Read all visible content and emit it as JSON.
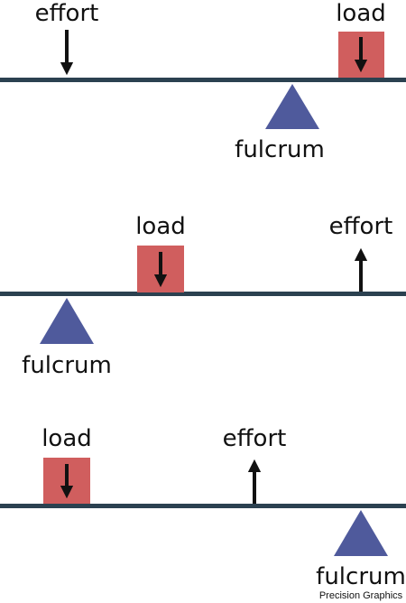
{
  "colors": {
    "beam": "#2b4150",
    "load_box": "#d05e5e",
    "fulcrum": "#4f5a9c",
    "arrow": "#111111",
    "text": "#111111"
  },
  "levers": [
    {
      "effort": {
        "label": "effort",
        "direction": "down"
      },
      "load": {
        "label": "load",
        "direction": "down"
      },
      "fulcrum": {
        "label": "fulcrum"
      }
    },
    {
      "load": {
        "label": "load",
        "direction": "down"
      },
      "effort": {
        "label": "effort",
        "direction": "up"
      },
      "fulcrum": {
        "label": "fulcrum"
      }
    },
    {
      "load": {
        "label": "load",
        "direction": "down"
      },
      "effort": {
        "label": "effort",
        "direction": "up"
      },
      "fulcrum": {
        "label": "fulcrum"
      }
    }
  ],
  "credit": "Precision Graphics"
}
